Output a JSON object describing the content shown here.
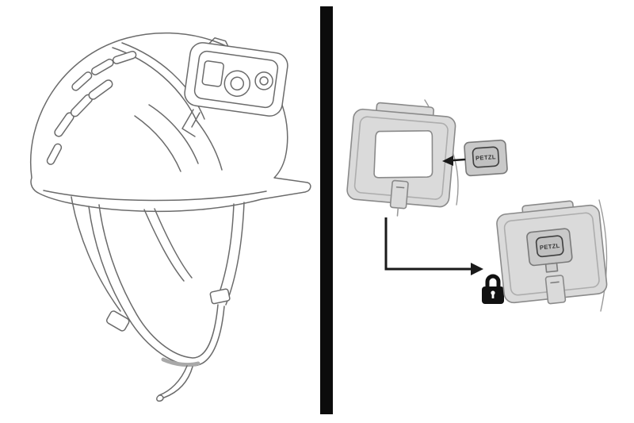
{
  "page": {
    "background": "#ffffff"
  },
  "divider": {
    "color": "#0c0c0c"
  },
  "helmet_illustration": {
    "name": "safety-helmet-with-mounted-headlamp",
    "line_color": "#6b6b6b"
  },
  "mount_steps": {
    "chip_label": "PETZL",
    "installed_chip_label": "PETZL",
    "plate_fill": "#dadada",
    "plate_stroke": "#8a8a8a",
    "chip_fill": "#c9c9c9",
    "window_fill": "#ffffff",
    "arrow_color": "#1a1a1a",
    "lock_color": "#111111"
  }
}
